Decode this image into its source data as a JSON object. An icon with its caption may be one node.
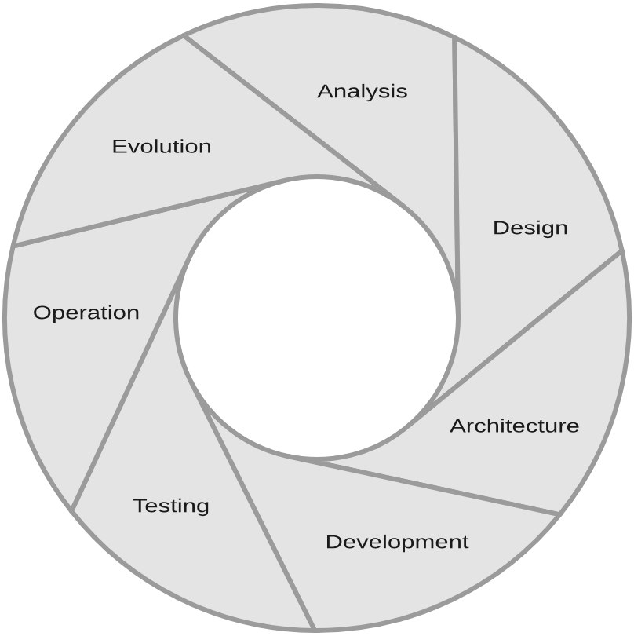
{
  "diagram": {
    "nodes": [
      {
        "text": [
          "Analysis"
        ]
      },
      {
        "text": [
          "Design"
        ]
      },
      {
        "text": [
          "Architecture"
        ]
      },
      {
        "text": [
          "Development"
        ]
      },
      {
        "text": [
          "Testing"
        ]
      },
      {
        "text": [
          "Operation"
        ]
      },
      {
        "text": [
          "Evolution"
        ]
      }
    ]
  }
}
